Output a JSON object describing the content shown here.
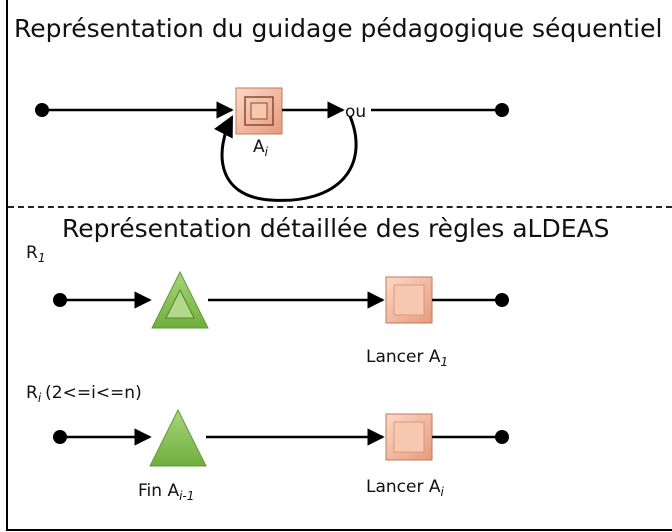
{
  "top_section": {
    "title": "Représentation du guidage pédagogique séquentiel",
    "or_label": "ou",
    "activity_label": "A",
    "activity_subscript": "i"
  },
  "bottom_section": {
    "title": "Représentation détaillée des règles aLDEAS",
    "rule1": {
      "name": "R",
      "name_subscript": "1",
      "action_label": "Lancer A",
      "action_subscript": "1"
    },
    "rule_i": {
      "name": "R",
      "name_subscript": "i",
      "condition": "(2<=i<=n)",
      "trigger_label": "Fin A",
      "trigger_subscript": "i-1",
      "action_label": "Lancer A",
      "action_subscript": "i"
    }
  },
  "colors": {
    "activity_fill": "#f2b8a0",
    "activity_inner": "#f7c8b0",
    "trigger_fill": "#8fc65a",
    "trigger_inner": "#b5d98a"
  }
}
